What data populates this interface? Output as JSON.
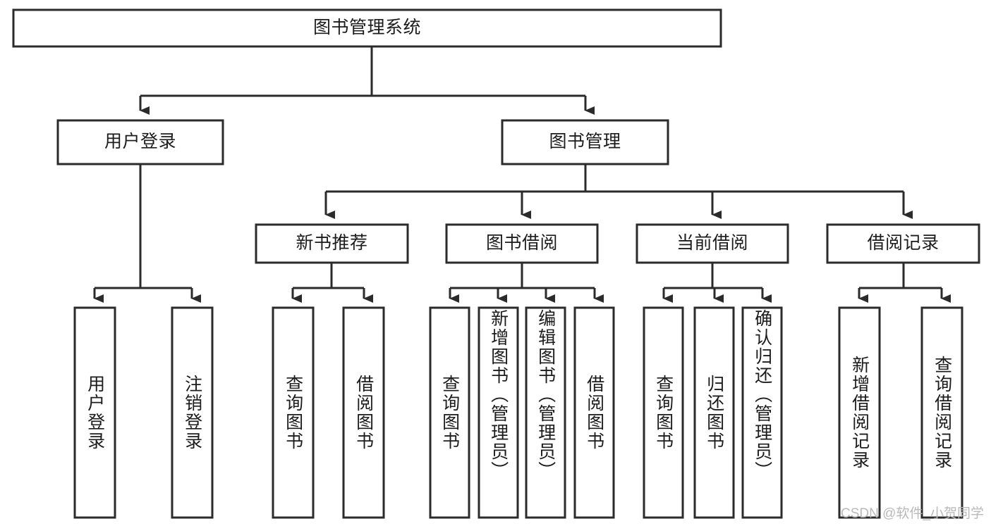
{
  "diagram": {
    "type": "tree-hierarchy",
    "orientation": "top-down",
    "root": {
      "id": "root",
      "label": "图书管理系统",
      "text_direction": "horizontal"
    },
    "level2": [
      {
        "id": "user-login",
        "label": "用户登录",
        "text_direction": "horizontal"
      },
      {
        "id": "book-manage",
        "label": "图书管理",
        "text_direction": "horizontal"
      }
    ],
    "level3": [
      {
        "id": "new-book-recommend",
        "label": "新书推荐",
        "text_direction": "horizontal",
        "parent": "book-manage"
      },
      {
        "id": "book-borrow",
        "label": "图书借阅",
        "text_direction": "horizontal",
        "parent": "book-manage"
      },
      {
        "id": "current-borrow",
        "label": "当前借阅",
        "text_direction": "horizontal",
        "parent": "book-manage"
      },
      {
        "id": "borrow-record",
        "label": "借阅记录",
        "text_direction": "horizontal",
        "parent": "book-manage"
      }
    ],
    "leaves": [
      {
        "id": "leaf-user-login",
        "label": "用户登录",
        "text_direction": "vertical",
        "parent": "user-login"
      },
      {
        "id": "leaf-logout-login",
        "label": "注销登录",
        "text_direction": "vertical",
        "parent": "user-login"
      },
      {
        "id": "leaf-query-book-1",
        "label": "查询图书",
        "text_direction": "vertical",
        "parent": "new-book-recommend"
      },
      {
        "id": "leaf-borrow-book-1",
        "label": "借阅图书",
        "text_direction": "vertical",
        "parent": "new-book-recommend"
      },
      {
        "id": "leaf-query-book-2",
        "label": "查询图书",
        "text_direction": "vertical",
        "parent": "book-borrow"
      },
      {
        "id": "leaf-add-book",
        "label": "新增图书（管理员）",
        "text_direction": "vertical",
        "parent": "book-borrow"
      },
      {
        "id": "leaf-edit-book",
        "label": "编辑图书（管理员）",
        "text_direction": "vertical",
        "parent": "book-borrow"
      },
      {
        "id": "leaf-borrow-book-2",
        "label": "借阅图书",
        "text_direction": "vertical",
        "parent": "book-borrow"
      },
      {
        "id": "leaf-query-book-3",
        "label": "查询图书",
        "text_direction": "vertical",
        "parent": "current-borrow"
      },
      {
        "id": "leaf-return-book",
        "label": "归还图书",
        "text_direction": "vertical",
        "parent": "current-borrow"
      },
      {
        "id": "leaf-confirm-return",
        "label": "确认归还（管理员）",
        "text_direction": "vertical",
        "parent": "current-borrow"
      },
      {
        "id": "leaf-add-record",
        "label": "新增借阅记录",
        "text_direction": "vertical",
        "parent": "borrow-record"
      },
      {
        "id": "leaf-query-record",
        "label": "查询借阅记录",
        "text_direction": "vertical",
        "parent": "borrow-record"
      }
    ]
  },
  "watermark": {
    "text": "CSDN @软件_小贺同学"
  },
  "colors": {
    "box_stroke": "#2b2b2b",
    "box_fill": "#ffffff",
    "text": "#1c1c1c",
    "background": "#ffffff",
    "watermark": "#b9b9b9"
  }
}
